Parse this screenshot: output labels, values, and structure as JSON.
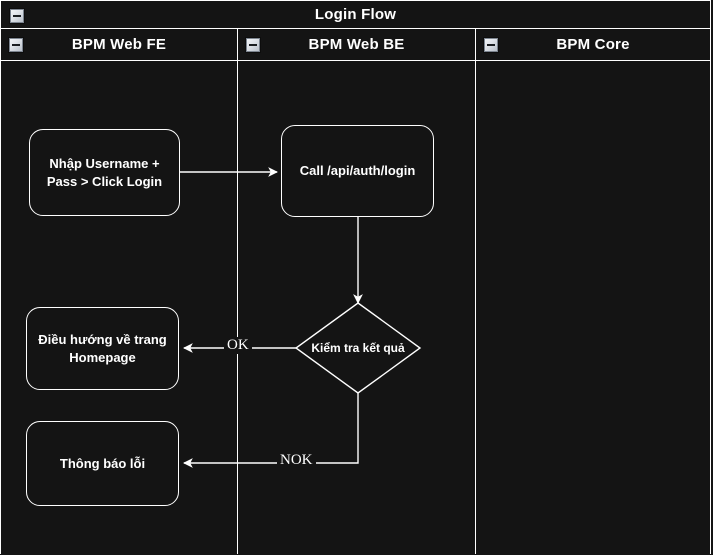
{
  "diagram": {
    "title": "Login Flow",
    "collapse_icon": "minus-icon",
    "colors": {
      "background": "#141414",
      "stroke": "#ffffff",
      "text": "#ffffff",
      "button_face": "#dfe3e9"
    },
    "lanes": [
      {
        "id": "fe",
        "label": "BPM Web FE"
      },
      {
        "id": "be",
        "label": "BPM Web BE"
      },
      {
        "id": "core",
        "label": "BPM Core"
      }
    ],
    "nodes": [
      {
        "id": "n1",
        "lane": "fe",
        "type": "task",
        "label": "Nhập Username + Pass > Click Login"
      },
      {
        "id": "n2",
        "lane": "be",
        "type": "task",
        "label": "Call /api/auth/login"
      },
      {
        "id": "n3",
        "lane": "be",
        "type": "decision",
        "label": "Kiểm tra kết quả"
      },
      {
        "id": "n4",
        "lane": "fe",
        "type": "task",
        "label": "Điều hướng về trang Homepage"
      },
      {
        "id": "n5",
        "lane": "fe",
        "type": "task",
        "label": "Thông báo lỗi"
      }
    ],
    "edges": [
      {
        "from": "n1",
        "to": "n2",
        "label": ""
      },
      {
        "from": "n2",
        "to": "n3",
        "label": ""
      },
      {
        "from": "n3",
        "to": "n4",
        "label": "OK"
      },
      {
        "from": "n3",
        "to": "n5",
        "label": "NOK"
      }
    ]
  }
}
